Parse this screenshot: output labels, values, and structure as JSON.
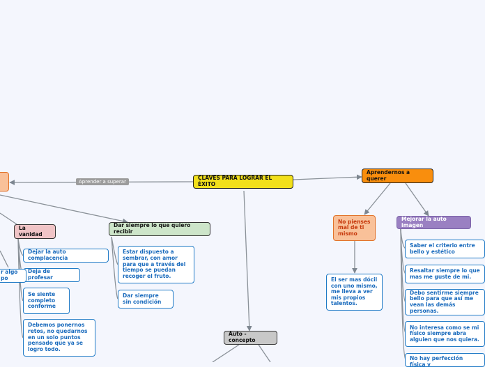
{
  "center": "CLAVES PARA LOGRAR EL ÉXITO",
  "edge_label": "Aprender a superar",
  "aprendernos": "Aprendernos a querer",
  "no_pienses": "No pienses mal de ti mismo",
  "ser_mas_docil": "El ser mas dócil con uno mismo, me lleva a ver mis propios talentos.",
  "mejorar": "Mejorar la auto imagen",
  "mejorar_items": [
    "Saber el criterio entre bello y estético",
    "Resaltar siempre lo que mas me guste de mi.",
    "Debo sentirme siempre bello para que así me vean las demás personas.",
    "No interesa como se mi físico siempre abra alguien que nos quiera.",
    "No hay perfección física y"
  ],
  "dar_siempre": "Dar siempre lo que quiero recibir",
  "dar_items": [
    "Estar dispuesto a sembrar, con amor para que a través del tiempo se puedan recoger el fruto.",
    "Dar siempre sin condición"
  ],
  "vanidad": "La vanidad",
  "vanidad_items": [
    "Dejar la auto complacencia",
    "Deja de profesar",
    "Se siente completo conforme",
    "Debemos ponernos retos, no quedarnos en un solo puntos pensado que ya se logro todo."
  ],
  "partial_left": "r algo po",
  "auto_concepto": "Auto -concepto"
}
